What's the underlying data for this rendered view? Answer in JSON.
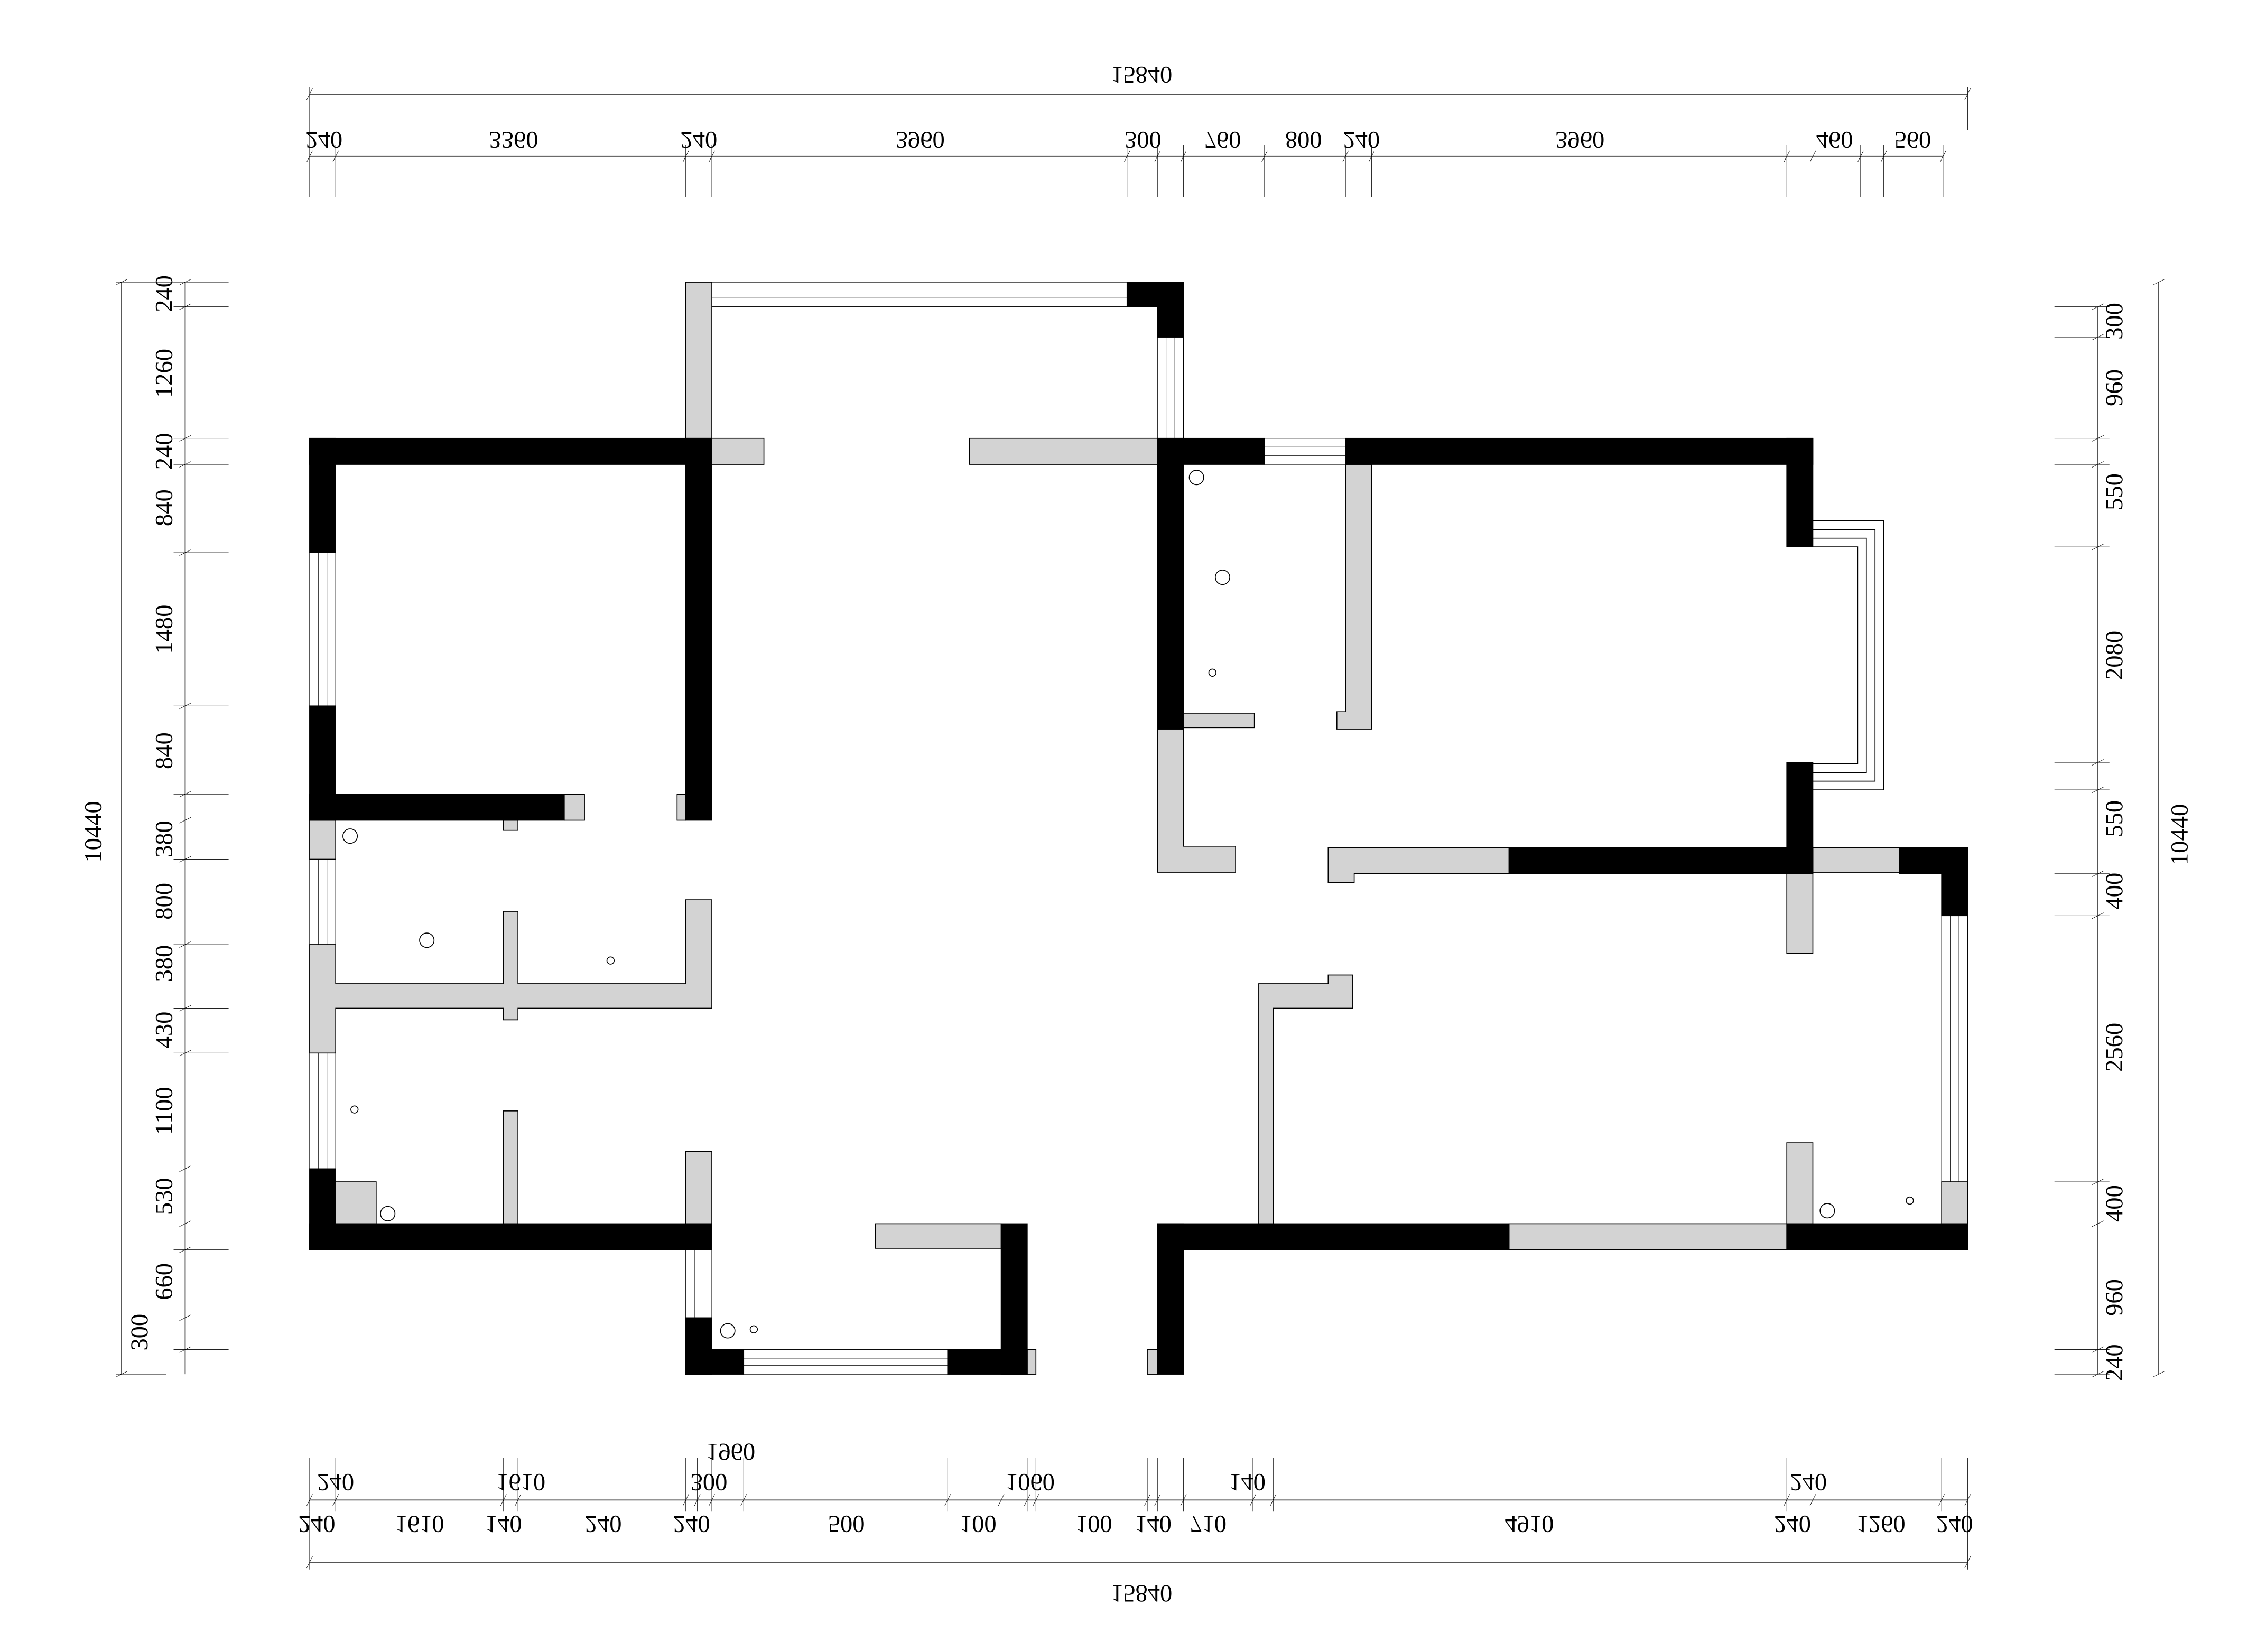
{
  "dimensions": {
    "top_total": "15840",
    "top": [
      "240",
      "3360",
      "240",
      "3960",
      "300",
      "760",
      "800",
      "240",
      "3960",
      "460",
      "560"
    ],
    "bottom_total": "15840",
    "bottom": [
      "240",
      "240",
      "1610",
      "140",
      "1610",
      "240",
      "240",
      "300",
      "1960",
      "500",
      "100",
      "1060",
      "100",
      "140",
      "710",
      "140",
      "4910",
      "240",
      "240",
      "1260",
      "240"
    ],
    "left_total": "10440",
    "left": [
      "240",
      "1260",
      "240",
      "840",
      "1480",
      "840",
      "380",
      "800",
      "380",
      "430",
      "1100",
      "530",
      "660",
      "300"
    ],
    "right_total": "10440",
    "right": [
      "300",
      "960",
      "550",
      "2080",
      "550",
      "400",
      "2560",
      "400",
      "960",
      "240"
    ]
  },
  "colors": {
    "structural_wall": "#000000",
    "partition_wall": "#d3d3d3",
    "background": "#ffffff"
  }
}
